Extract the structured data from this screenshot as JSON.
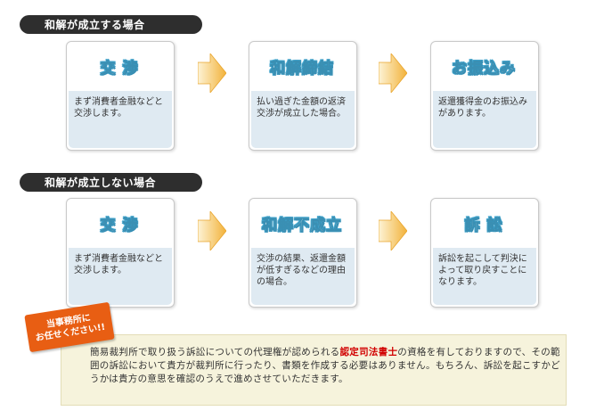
{
  "sections": [
    {
      "label": "和解が成立する場合",
      "steps": [
        {
          "title": "交 渉",
          "body": "まず消費者金融などと交渉します。"
        },
        {
          "title": "和解締結",
          "body": "払い過ぎた金額の返済交渉が成立した場合。"
        },
        {
          "title": "お振込み",
          "body": "返還獲得金のお振込みがあります。"
        }
      ]
    },
    {
      "label": "和解が成立しない場合",
      "steps": [
        {
          "title": "交 渉",
          "body": "まず消費者金融などと交渉します。"
        },
        {
          "title": "和解不成立",
          "body": "交渉の結果、返還金額が低すぎるなどの理由の場合。"
        },
        {
          "title": "訴 訟",
          "body": "訴訟を起こして判決によって取り戻すことになります。"
        }
      ]
    }
  ],
  "badge": {
    "line1": "当事務所に",
    "line2": "お任せください!!"
  },
  "note": {
    "before": "簡易裁判所で取り扱う訴訟についての代理権が認められる",
    "highlight": "認定司法書士",
    "after": "の資格を有しておりますので、その範囲の訴訟において貴方が裁判所に行ったり、書類を作成する必要はありません。もちろん、訴訟を起こすかどうかは貴方の意思を確認のうえで進めさせていただきます。"
  },
  "colors": {
    "title_fill": "#3a9fc8",
    "card_body": "#dfeaf2",
    "arrow": "#f2b23a",
    "badge": "#e85e13",
    "highlight": "#d10000"
  }
}
